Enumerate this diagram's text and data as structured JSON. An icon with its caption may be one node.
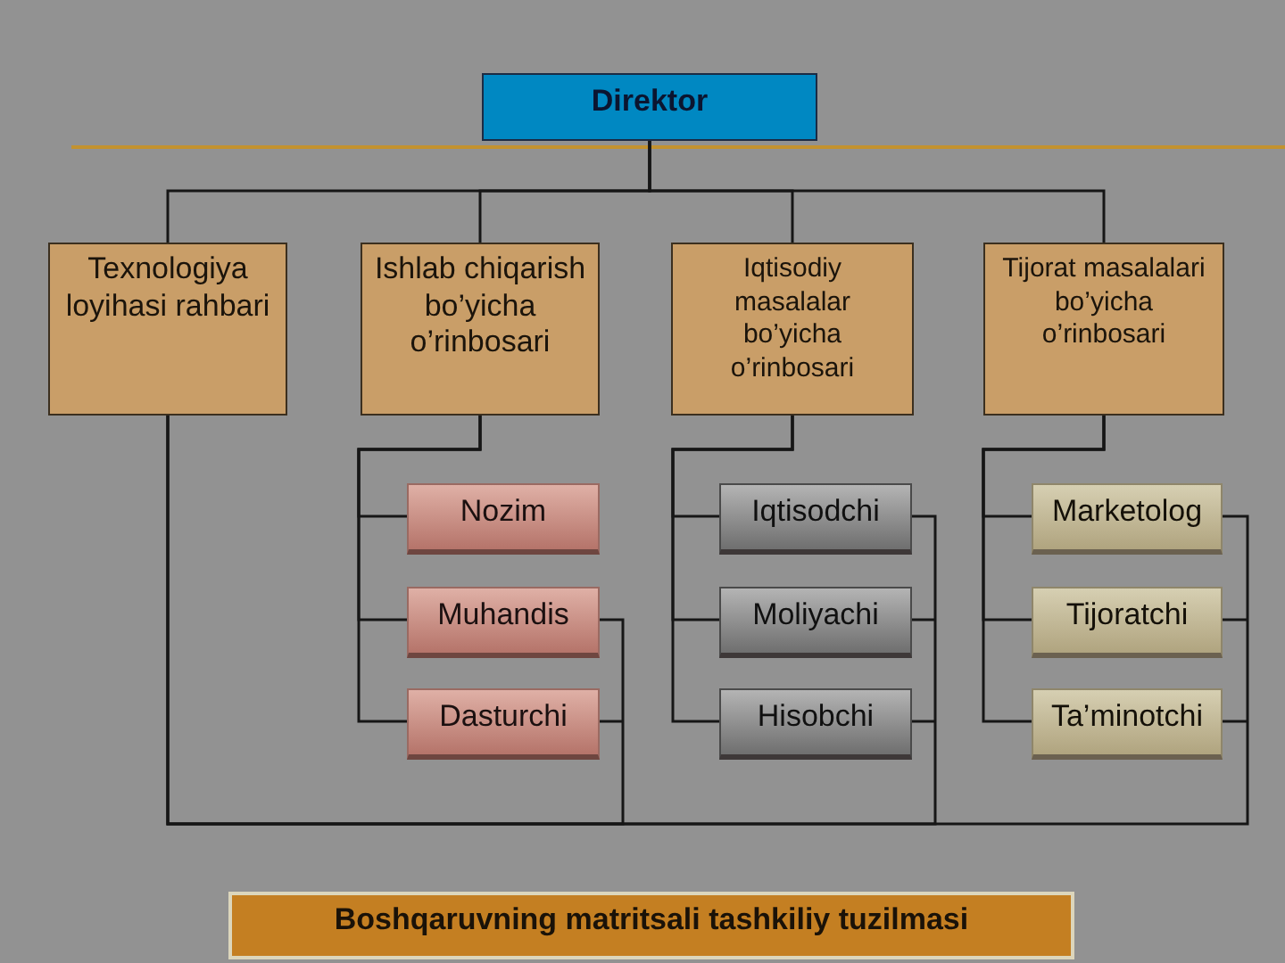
{
  "diagram": {
    "caption": "Boshqaruvning matritsali tashkiliy tuzilmasi",
    "nodes": [
      {
        "text": [
          "Direktor"
        ]
      },
      {
        "text": [
          "Texnologiya loyihasi rahbari"
        ]
      },
      {
        "text": [
          "Ishlab chiqarish bo’yicha o’rinbosari"
        ]
      },
      {
        "text": [
          "Iqtisodiy masalalar bo’yicha o’rinbosari"
        ]
      },
      {
        "text": [
          "Tijorat masalalari bo’yicha o’rinbosari"
        ]
      },
      {
        "text": [
          "Nozim"
        ]
      },
      {
        "text": [
          "Muhandis"
        ]
      },
      {
        "text": [
          "Dasturchi"
        ]
      },
      {
        "text": [
          "Iqtisodchi"
        ]
      },
      {
        "text": [
          "Moliyachi"
        ]
      },
      {
        "text": [
          "Hisobchi"
        ]
      },
      {
        "text": [
          "Marketolog"
        ]
      },
      {
        "text": [
          "Tijoratchi"
        ]
      },
      {
        "text": [
          "Ta’minotchi"
        ]
      }
    ],
    "edges": [
      {
        "from": 0,
        "to": 1,
        "arrow": "none"
      },
      {
        "from": 0,
        "to": 2,
        "arrow": "none"
      },
      {
        "from": 0,
        "to": 3,
        "arrow": "none"
      },
      {
        "from": 0,
        "to": 4,
        "arrow": "none"
      },
      {
        "from": 2,
        "to": 5,
        "arrow": "none"
      },
      {
        "from": 2,
        "to": 6,
        "arrow": "none"
      },
      {
        "from": 2,
        "to": 7,
        "arrow": "none"
      },
      {
        "from": 3,
        "to": 8,
        "arrow": "none"
      },
      {
        "from": 3,
        "to": 9,
        "arrow": "none"
      },
      {
        "from": 3,
        "to": 10,
        "arrow": "none"
      },
      {
        "from": 4,
        "to": 11,
        "arrow": "none"
      },
      {
        "from": 4,
        "to": 12,
        "arrow": "none"
      },
      {
        "from": 4,
        "to": 13,
        "arrow": "none"
      },
      {
        "from": 1,
        "to": 6,
        "arrow": "none"
      },
      {
        "from": 1,
        "to": 7,
        "arrow": "none"
      },
      {
        "from": 1,
        "to": 8,
        "arrow": "none"
      },
      {
        "from": 1,
        "to": 9,
        "arrow": "none"
      },
      {
        "from": 1,
        "to": 10,
        "arrow": "none"
      },
      {
        "from": 1,
        "to": 11,
        "arrow": "none"
      },
      {
        "from": 1,
        "to": 12,
        "arrow": "none"
      },
      {
        "from": 1,
        "to": 13,
        "arrow": "none"
      }
    ]
  }
}
